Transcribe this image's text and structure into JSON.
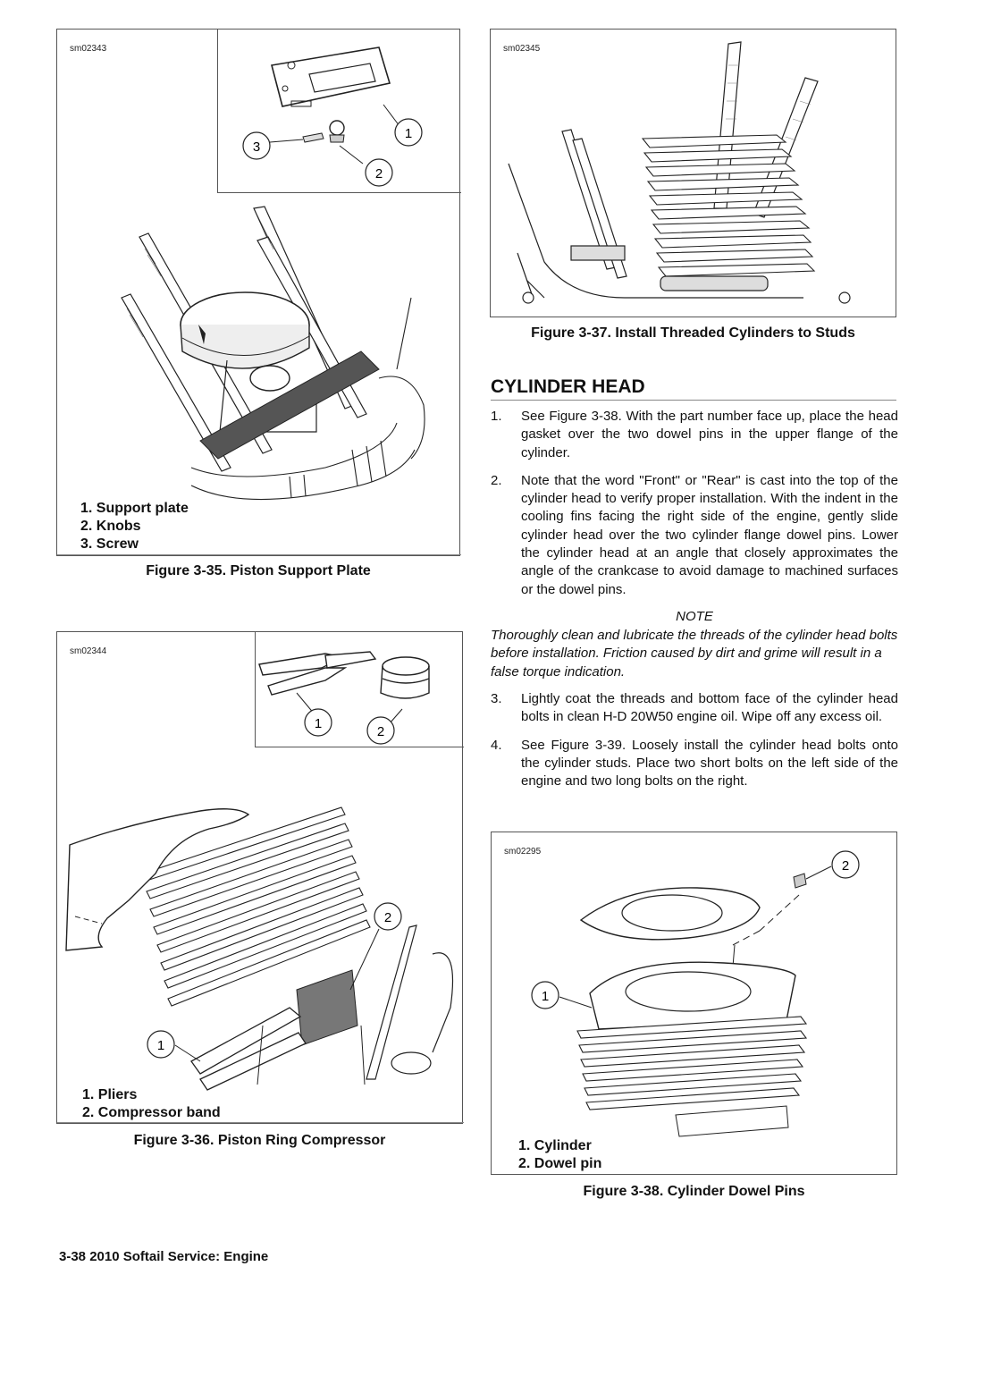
{
  "figures": {
    "fig35": {
      "id": "sm02343",
      "legend": [
        "1.  Support plate",
        "2.  Knobs",
        "3.  Screw"
      ],
      "caption": "Figure 3-35. Piston Support Plate",
      "callouts": [
        "1",
        "2",
        "3"
      ]
    },
    "fig36": {
      "id": "sm02344",
      "legend": [
        "1.  Pliers",
        "2.  Compressor band"
      ],
      "caption": "Figure 3-36. Piston Ring Compressor",
      "callouts": [
        "1",
        "2"
      ]
    },
    "fig37": {
      "id": "sm02345",
      "caption": "Figure 3-37. Install Threaded Cylinders to Studs"
    },
    "fig38": {
      "id": "sm02295",
      "legend": [
        "1.  Cylinder",
        "2.  Dowel pin"
      ],
      "caption": "Figure 3-38. Cylinder Dowel Pins",
      "callouts": [
        "1",
        "2"
      ]
    }
  },
  "section": {
    "heading": "CYLINDER HEAD",
    "steps": [
      {
        "num": "1.",
        "text": "See Figure 3-38. With the part number face up, place the head gasket over the two dowel pins in the upper flange of the cylinder."
      },
      {
        "num": "2.",
        "text": "Note that the word \"Front\" or \"Rear\" is cast into the top of the cylinder head to verify proper installation. With the indent in the cooling fins facing the right side of the engine, gently slide cylinder head over the two cylinder flange dowel pins. Lower the cylinder head at an angle that closely approximates the angle of the crankcase to avoid damage to machined surfaces or the dowel pins."
      }
    ],
    "note_title": "NOTE",
    "note_text": "Thoroughly clean and lubricate the threads of the cylinder head bolts before installation. Friction caused by dirt and grime will result in a false torque indication.",
    "steps2": [
      {
        "num": "3.",
        "text": "Lightly coat the threads and bottom face of the cylinder head bolts in clean H-D 20W50 engine oil. Wipe off any excess oil."
      },
      {
        "num": "4.",
        "text": "See Figure 3-39. Loosely install the cylinder head bolts onto the cylinder studs. Place two short bolts on the left side of the engine and two long bolts on the right."
      }
    ]
  },
  "footer": "3-38  2010 Softail Service: Engine"
}
